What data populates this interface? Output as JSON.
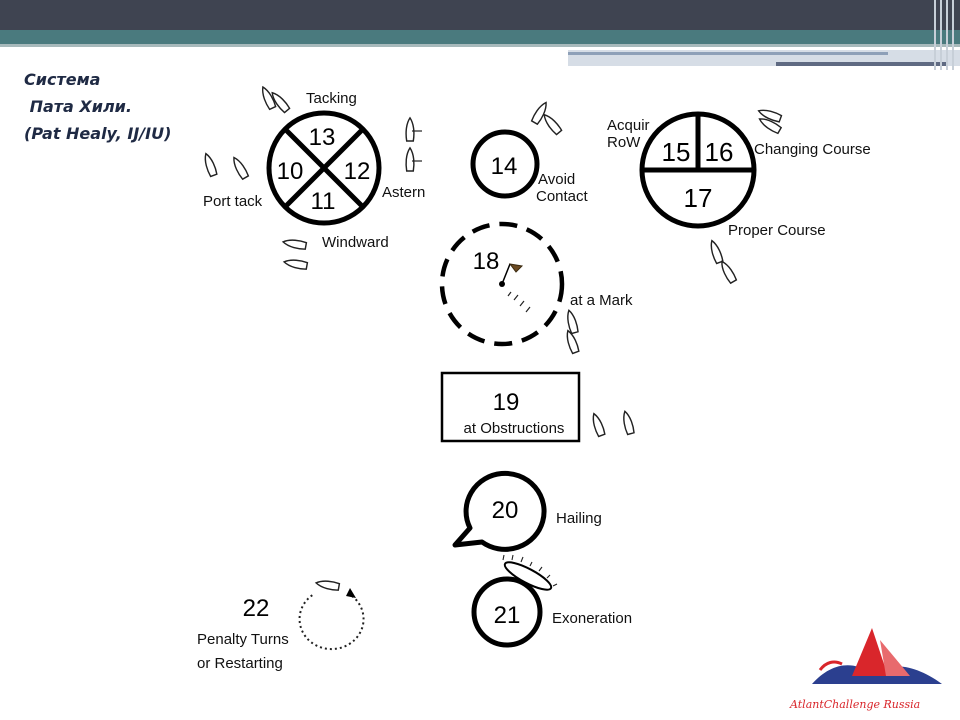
{
  "title": {
    "line1": "Система",
    "line2": " Пата Хили.",
    "line3": "(Pat Healy, IJ/IU)"
  },
  "groups": {
    "g10_13": {
      "numbers": [
        "13",
        "10",
        "12",
        "11"
      ],
      "labels": {
        "tacking": "Tacking",
        "port_tack": "Port tack",
        "astern": "Astern",
        "windward": "Windward"
      }
    },
    "g14": {
      "number": "14",
      "label_line1": "Avoid",
      "label_line2": "Contact"
    },
    "g15_17": {
      "numbers": [
        "15",
        "16",
        "17"
      ],
      "labels": {
        "acquire_line1": "Acquir",
        "acquire_line2": "RoW",
        "changing": "Changing Course",
        "proper": "Proper Course"
      }
    },
    "g18": {
      "number": "18",
      "label": "at a Mark"
    },
    "g19": {
      "number": "19",
      "label": "at Obstructions"
    },
    "g20": {
      "number": "20",
      "label": "Hailing"
    },
    "g21": {
      "number": "21",
      "label": "Exoneration"
    },
    "g22": {
      "number": "22",
      "label_line1": "Penalty Turns",
      "label_line2": "or Restarting"
    }
  },
  "logo": {
    "text": "AtlantChallenge Russia"
  },
  "colors": {
    "logo_red": "#d9262b",
    "logo_blue": "#2b3f8f",
    "title": "#1f2a44",
    "header_dark": "#3f4451",
    "header_teal": "#4a7a7e"
  }
}
